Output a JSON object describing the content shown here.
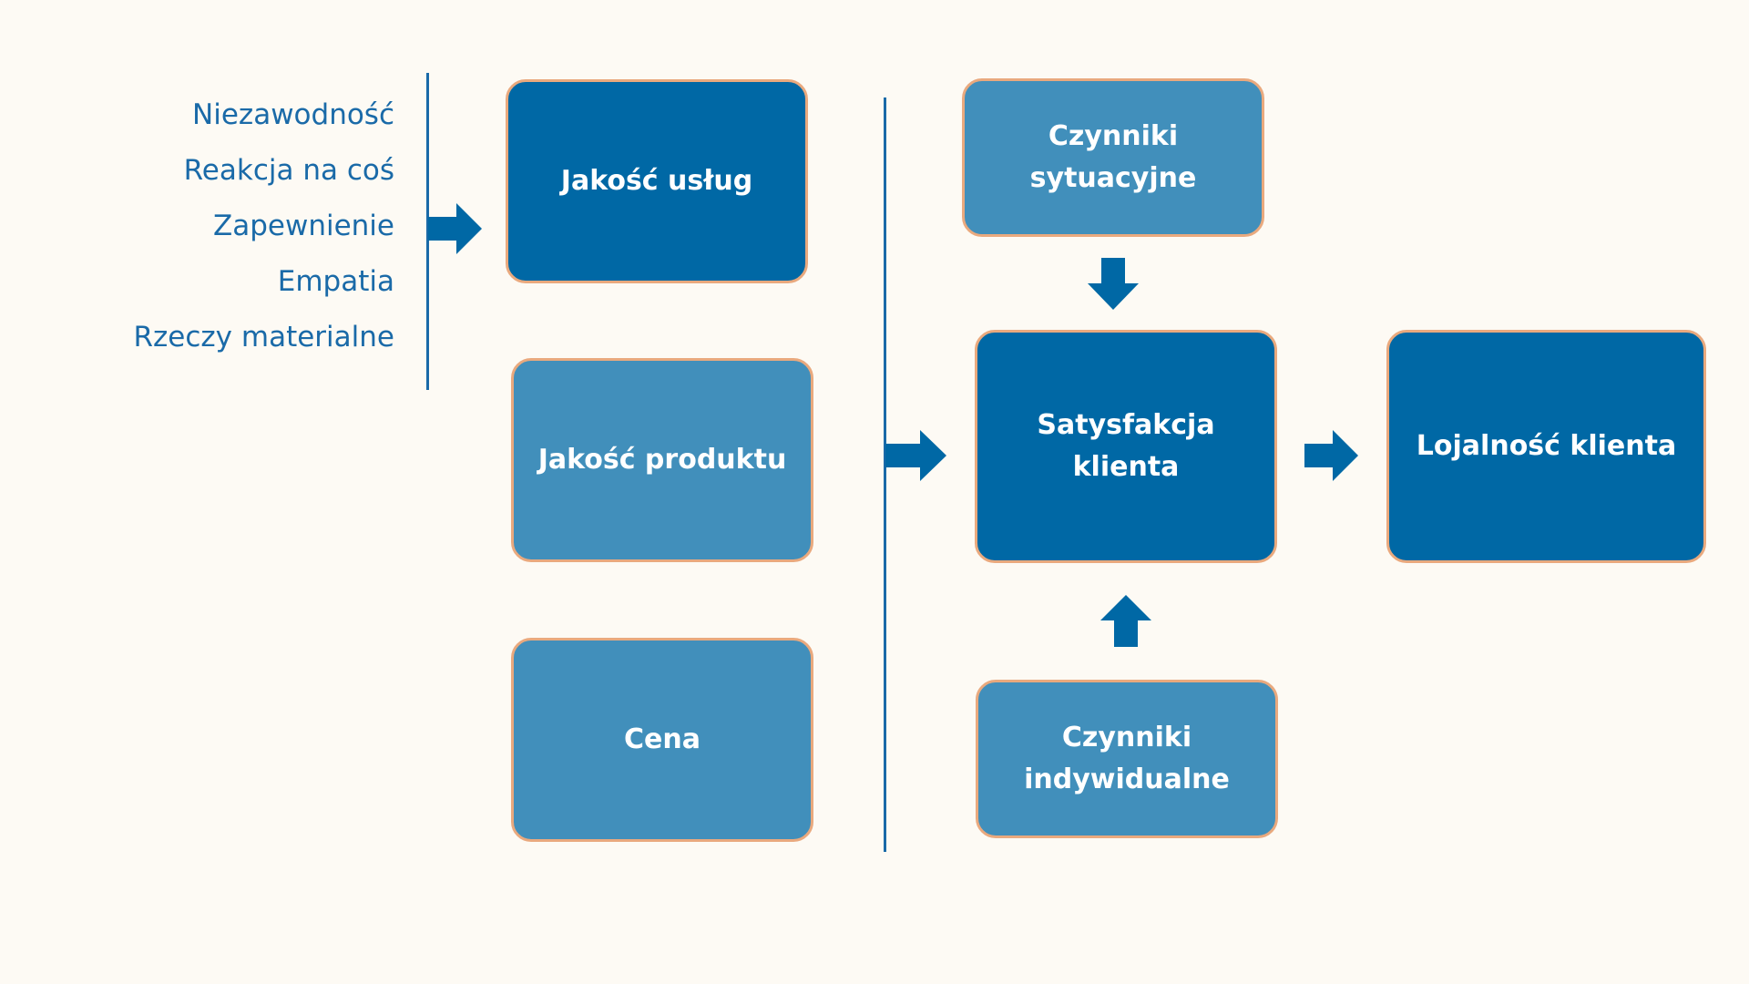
{
  "dimensions": [
    "Niezawodność",
    "Reakcja na coś",
    "Zapewnienie",
    "Empatia",
    "Rzeczy materialne"
  ],
  "boxes": {
    "service_quality": "Jakość usług",
    "product_quality": "Jakość produktu",
    "price": "Cena",
    "situational_factors": "Czynniki sytuacyjne",
    "customer_satisfaction": "Satysfakcja klienta",
    "individual_factors": "Czynniki indywidualne",
    "customer_loyalty": "Lojalność klienta"
  },
  "colors": {
    "background": "#fdfaf4",
    "dark_box": "#0068a5",
    "light_box": "#418fbb",
    "box_border": "#e9a97e",
    "lines_and_arrows": "#1a6aa8",
    "dimension_text": "#1a6aa8"
  }
}
